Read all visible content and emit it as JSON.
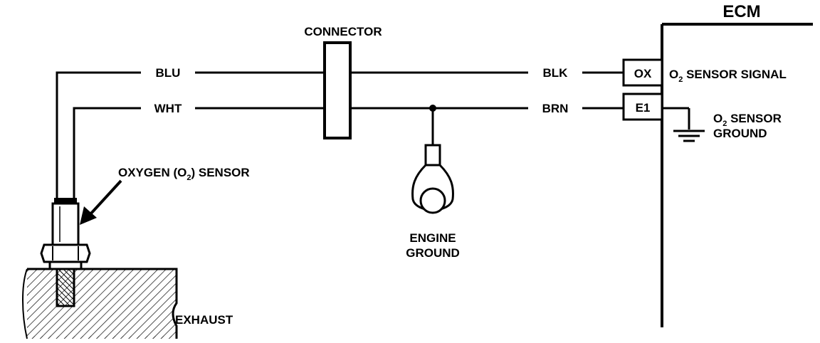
{
  "ecm": {
    "title": "ECM",
    "pin_ox": "OX",
    "pin_e1": "E1",
    "signal_label": {
      "prefix": "O",
      "sub": "2",
      "suffix": " SENSOR SIGNAL"
    },
    "ground_label": {
      "line1_prefix": "O",
      "line1_sub": "2",
      "line1_suffix": " SENSOR",
      "line2": "GROUND"
    }
  },
  "connector": {
    "label": "CONNECTOR"
  },
  "wires": {
    "sensor_top": "BLU",
    "sensor_bottom": "WHT",
    "ecm_top": "BLK",
    "ecm_bottom": "BRN"
  },
  "sensor": {
    "label_prefix": "OXYGEN (O",
    "label_sub": "2",
    "label_suffix": ") SENSOR"
  },
  "engine_ground": {
    "line1": "ENGINE",
    "line2": "GROUND"
  },
  "exhaust": {
    "label": "EXHAUST"
  }
}
